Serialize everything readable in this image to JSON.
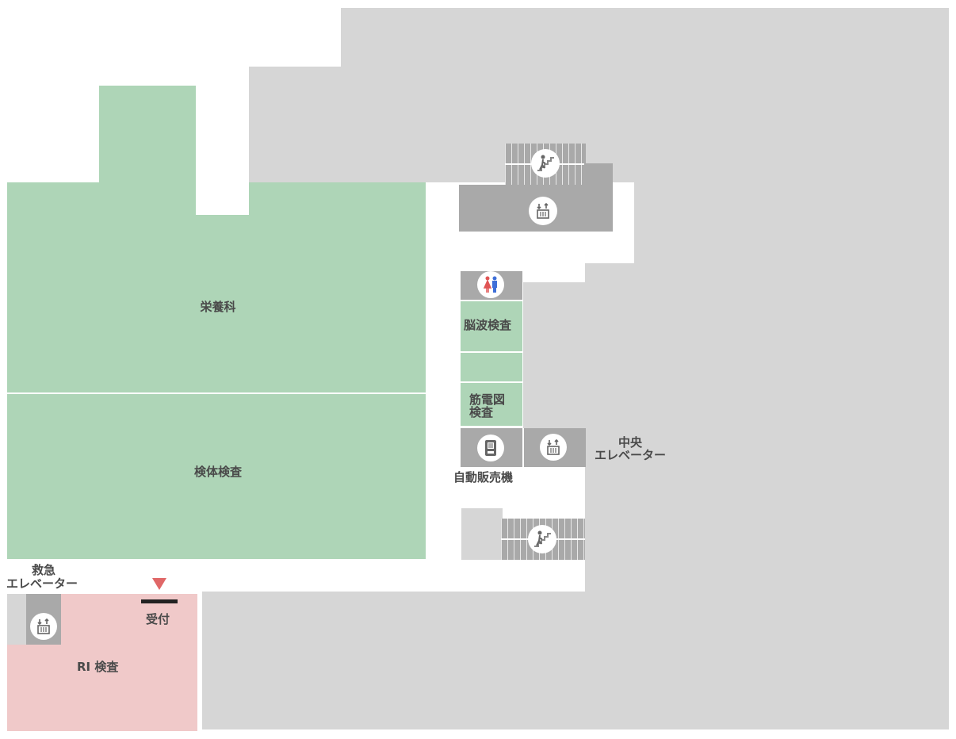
{
  "rooms": {
    "nutrition": "栄養科",
    "specimen": "検体検査",
    "eeg": "脳波検査",
    "emg_line1": "筋電図",
    "emg_line2": "検査",
    "ri": "RI 検査",
    "reception": "受付",
    "vending": "自動販売機"
  },
  "elevators": {
    "central_line1": "中央",
    "central_line2": "エレベーター",
    "emergency_line1": "救急",
    "emergency_line2": "エレベーター"
  },
  "colors": {
    "background": "#ffffff",
    "unavailable_area": "#d6d6d6",
    "facility_block": "#a9a9a9",
    "exam_area": "#aed5b7",
    "ri_area": "#f0c9c9",
    "marker": "#e06767",
    "reception_bar": "#222222"
  },
  "icons": [
    "stairs-icon",
    "elevator-icon",
    "restroom-icon",
    "vending-machine-icon",
    "current-location-marker"
  ]
}
